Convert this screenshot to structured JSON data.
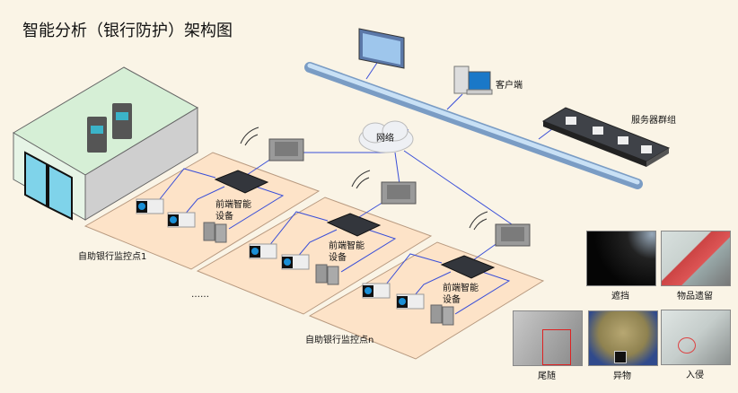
{
  "title": "智能分析（银行防护）架构图",
  "network": {
    "client_label": "客户端",
    "server_label": "服务器群组",
    "network_label": "网络"
  },
  "sites": [
    {
      "label": "自助银行监控点1",
      "device_label_1": "前端智能",
      "device_label_2": "设备"
    },
    {
      "label": "……",
      "device_label_1": "前端智能",
      "device_label_2": "设备"
    },
    {
      "label": "自助银行监控点n",
      "device_label_1": "前端智能",
      "device_label_2": "设备"
    }
  ],
  "thumbnails": [
    {
      "label": "遮挡"
    },
    {
      "label": "物品遗留"
    },
    {
      "label": "尾随"
    },
    {
      "label": "异物"
    },
    {
      "label": "入侵"
    }
  ],
  "colors": {
    "background": "#faf4e6",
    "zone": "#fde3c8",
    "link": "#3a4fd8",
    "bus": "#a9c8e8"
  }
}
